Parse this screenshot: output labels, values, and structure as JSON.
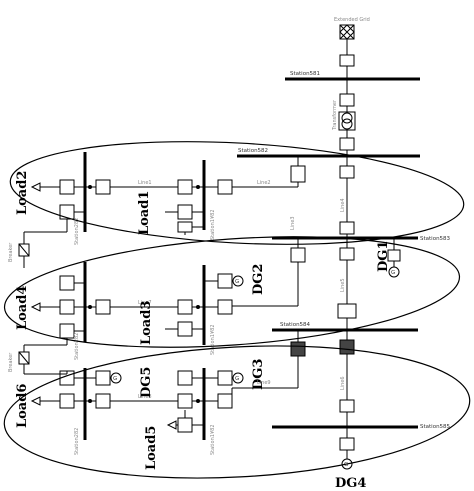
{
  "labels": {
    "top_source": "Extended Grid",
    "station_581": "Station581",
    "station_582": "Station582",
    "station_583": "Station583",
    "station_584": "Station584",
    "station_585": "Station585",
    "station_1_82_a": "Station1¥82",
    "station_1_82_b": "Station1¥82",
    "station_1_82_c": "Station1¥82",
    "station_2_82_a": "Station282",
    "station_2_82_b": "Station282",
    "station_2_82_c": "Station282",
    "line1": "Line1",
    "line2": "Line2",
    "line3": "Line3",
    "line4": "Line4",
    "line5": "Line5",
    "line6": "Line6",
    "line7": "Line7",
    "line8": "Line8",
    "line9": "Line9",
    "transformer": "Transformer",
    "load1": "Load1",
    "load2": "Load2",
    "load3": "Load3",
    "load4": "Load4",
    "load5": "Load5",
    "load6": "Load6",
    "dg1": "DG1",
    "dg2": "DG2",
    "dg3": "DG3",
    "dg4": "DG4",
    "dg5": "DG5",
    "breaker_a": "Breaker",
    "breaker_b": "Breaker"
  }
}
